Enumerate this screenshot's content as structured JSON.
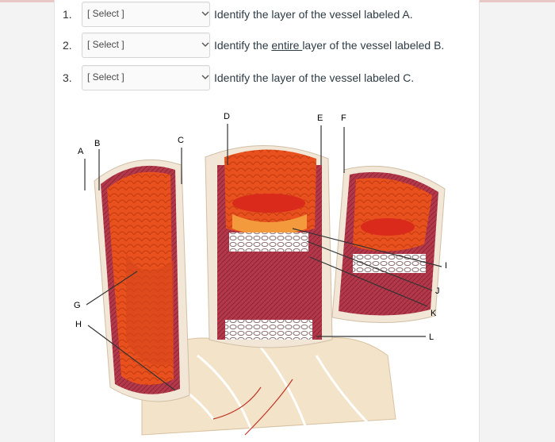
{
  "questions": [
    {
      "number": "1.",
      "select_value": "[ Select ]",
      "prompt": "Identify the layer of the vessel labeled A."
    },
    {
      "number": "2.",
      "select_value": "[ Select ]",
      "prompt_before": "Identify the ",
      "prompt_emph": "entire ",
      "prompt_after": "layer of the vessel labeled B."
    },
    {
      "number": "3.",
      "select_value": "[ Select ]",
      "prompt": "Identify the layer of the vessel labeled C."
    }
  ],
  "figure_labels": {
    "A": "A",
    "B": "B",
    "C": "C",
    "D": "D",
    "E": "E",
    "F": "F",
    "G": "G",
    "H": "H",
    "I": "I",
    "J": "J",
    "K": "K",
    "L": "L"
  },
  "colors": {
    "tunica_externa": "#f2e6d6",
    "smooth_muscle": "#b3384a",
    "lumen": "#e8501e",
    "elastic": "#ffffff",
    "accent_orange": "#f39a3c"
  }
}
